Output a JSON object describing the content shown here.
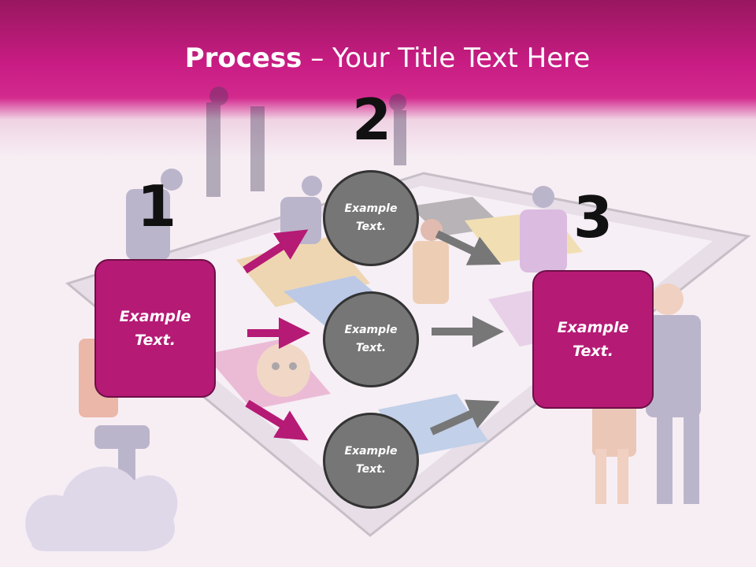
{
  "slide": {
    "title_bold": "Process",
    "title_rest": " – Your Title Text Here",
    "steps": [
      {
        "number": "1",
        "label": "Example\nText."
      },
      {
        "number": "2",
        "label": "Example\nText."
      },
      {
        "number": "3",
        "label": "Example\nText."
      }
    ],
    "nodes": [
      {
        "label": "Example\nText."
      },
      {
        "label": "Example\nText."
      },
      {
        "label": "Example\nText."
      }
    ],
    "colors": {
      "accent": "#c81c83",
      "box": "#b51a75",
      "circle": "#767676",
      "arrow_magenta": "#b51a75",
      "arrow_gray": "#777777"
    },
    "background_illustration": "people-around-giant-tablet-icon"
  }
}
